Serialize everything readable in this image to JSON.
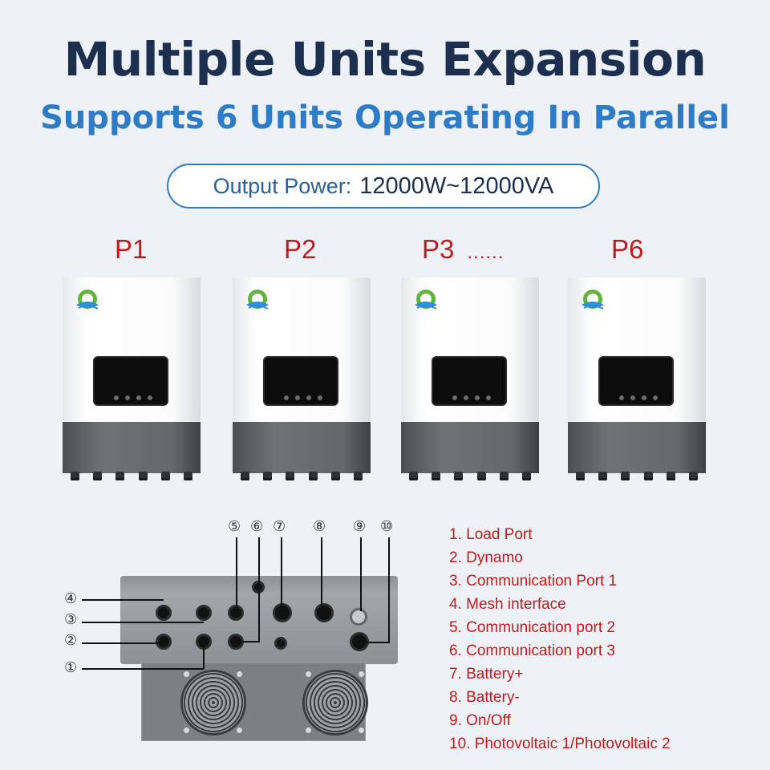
{
  "header": {
    "title": "Multiple Units Expansion",
    "subtitle": "Supports 6 Units Operating In Parallel"
  },
  "output_power": {
    "label": "Output Power:",
    "value": "12000W~12000VA"
  },
  "units": [
    {
      "label": "P1"
    },
    {
      "label": "P2"
    },
    {
      "label": "P3",
      "suffix": "......"
    },
    {
      "label": "P6"
    }
  ],
  "callouts": [
    "④",
    "③",
    "②",
    "①",
    "⑤",
    "⑥",
    "⑦",
    "⑧",
    "⑨",
    "⑩"
  ],
  "legend": [
    "1. Load Port",
    "2. Dynamo",
    "3. Communication Port 1",
    "4. Mesh interface",
    "5. Communication port 2",
    "6. Communication port 3",
    "7. Battery+",
    "8. Battery-",
    "9. On/Off",
    "10. Photovoltaic 1/Photovoltaic 2"
  ],
  "colors": {
    "title": "#1c2f4f",
    "subtitle": "#2d7cc8",
    "unit_label": "#c21a1a",
    "legend_text": "#c21a1a",
    "background": "#eef1f6"
  },
  "icons": [
    "brand-logo-icon"
  ]
}
